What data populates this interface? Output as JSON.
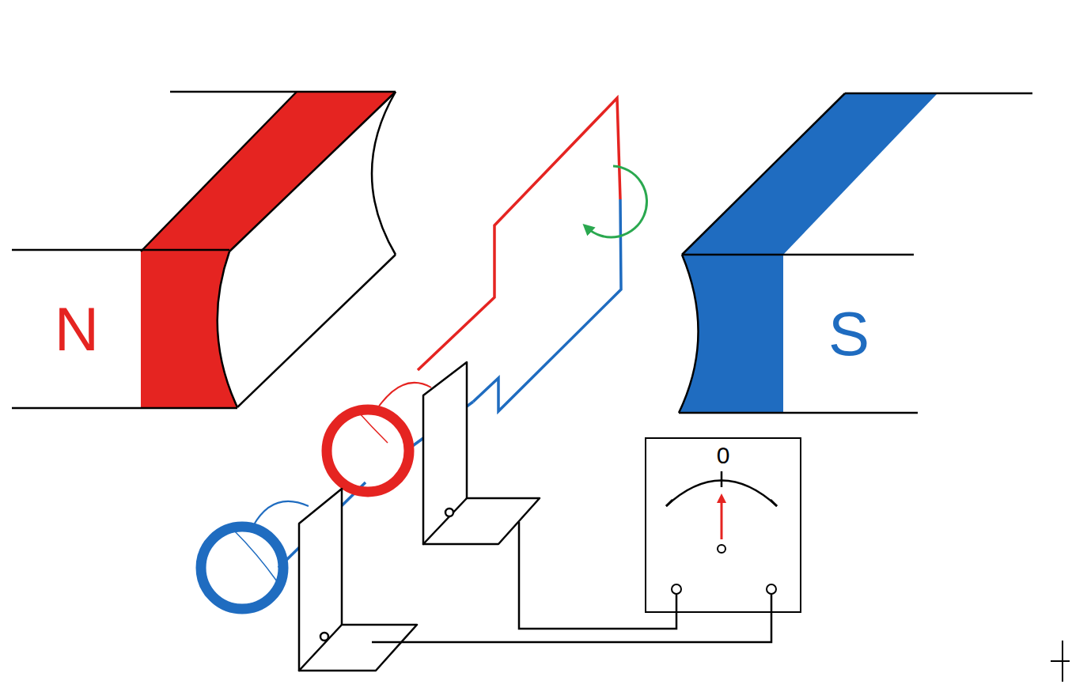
{
  "diagram": {
    "nodes": [
      {
        "text": [
          "N"
        ]
      },
      {
        "text": [
          "S"
        ]
      },
      {
        "text": [
          "0"
        ]
      }
    ]
  }
}
